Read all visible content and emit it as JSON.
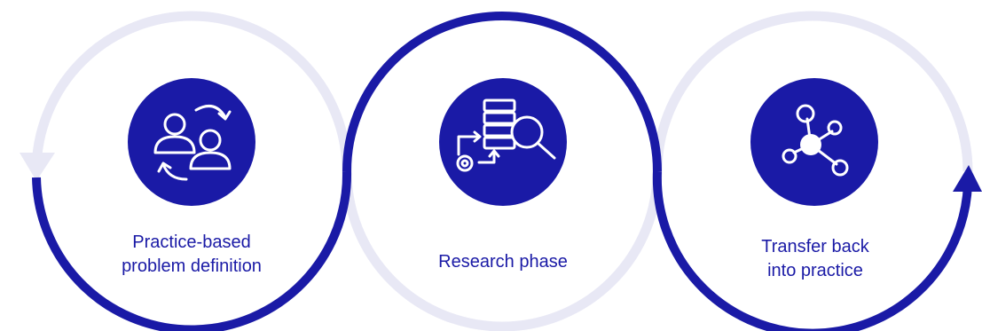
{
  "colors": {
    "primary": "#1a1aa6",
    "light_track": "#e8e8f5",
    "icon_fg": "#ffffff"
  },
  "steps": [
    {
      "label_line1": "Practice-based",
      "label_line2": "problem definition",
      "icon": "people-exchange-icon"
    },
    {
      "label_line1": "Research phase",
      "label_line2": "",
      "icon": "data-search-icon"
    },
    {
      "label_line1": "Transfer back",
      "label_line2": "into practice",
      "icon": "network-nodes-icon"
    }
  ]
}
